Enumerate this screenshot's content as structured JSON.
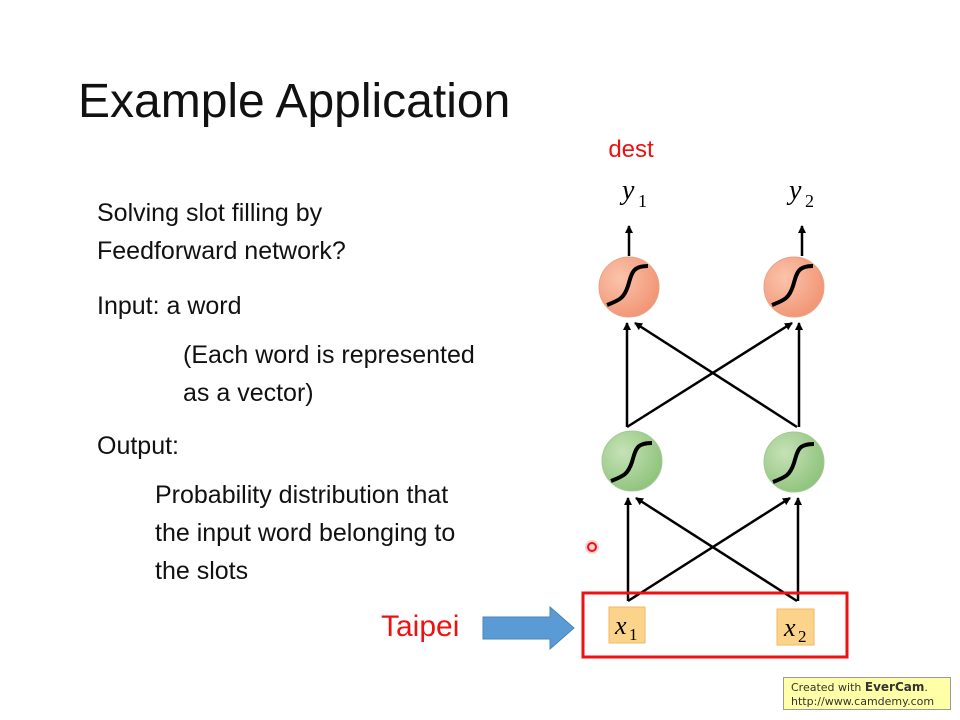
{
  "slide": {
    "title": "Example Application",
    "bullets": {
      "line1": "Solving slot filling by",
      "line2": "Feedforward network?",
      "input_label": "Input: a word",
      "input_note_1": "(Each word is represented",
      "input_note_2": "as a vector)",
      "output_label": "Output:",
      "output_note_1": "Probability distribution that",
      "output_note_2": "the input word belonging to",
      "output_note_3": "the slots"
    }
  },
  "diagram": {
    "output_slot_label": "dest",
    "input_word": "Taipei",
    "outputs": [
      {
        "symbol": "y",
        "subscript": "1"
      },
      {
        "symbol": "y",
        "subscript": "2"
      }
    ],
    "inputs": [
      {
        "symbol": "x",
        "subscript": "1"
      },
      {
        "symbol": "x",
        "subscript": "2"
      }
    ],
    "colors": {
      "output_neuron": "#f4a07e",
      "hidden_neuron": "#9ccc8a",
      "input_box": "#fcd38a",
      "highlight_box": "#ee1111",
      "arrow": "#5b9bd5",
      "label_red": "#ee1111"
    }
  },
  "watermark": {
    "prefix": "Created with ",
    "brand": "EverCam",
    "suffix": ".",
    "url": "http://www.camdemy.com"
  }
}
